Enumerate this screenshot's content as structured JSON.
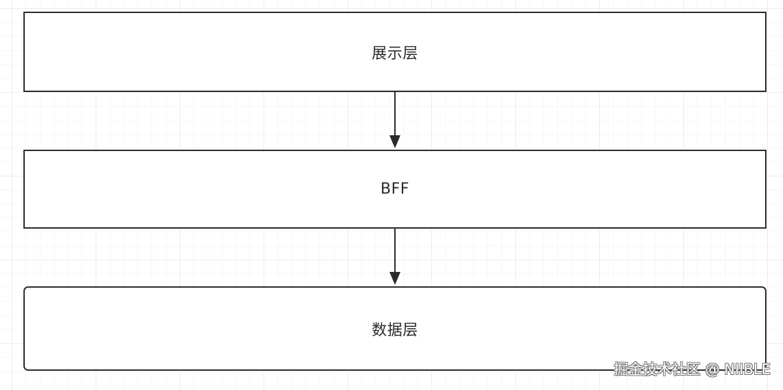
{
  "diagram": {
    "layers": [
      {
        "id": "presentation",
        "label": "展示层"
      },
      {
        "id": "bff",
        "label": "BFF"
      },
      {
        "id": "data",
        "label": "数据层"
      }
    ],
    "connections": [
      {
        "from": "presentation",
        "to": "bff"
      },
      {
        "from": "bff",
        "to": "data"
      }
    ]
  },
  "watermark": "掘金技术社区 @ NIIBLE",
  "colors": {
    "stroke": "#2b2b2b",
    "background": "#ffffff",
    "grid": "#ececec"
  }
}
